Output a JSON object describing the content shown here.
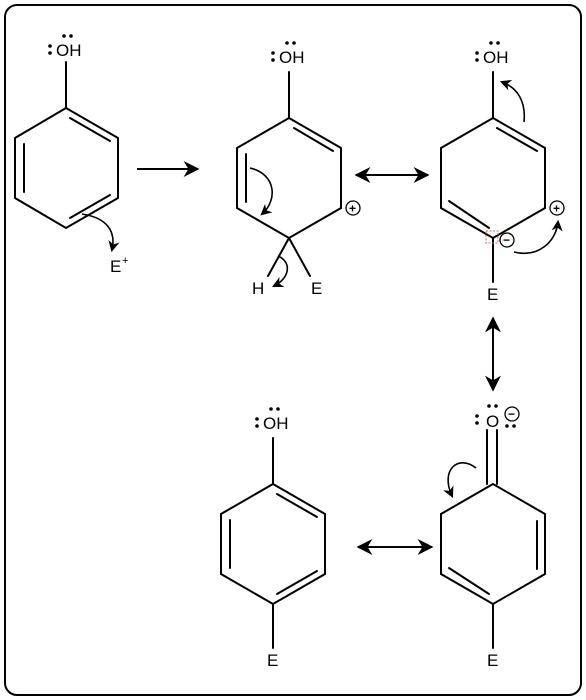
{
  "atoms": {
    "oh": "OH",
    "o": "O",
    "e": "E",
    "h": "H",
    "e_plus_letter": "E",
    "e_plus_sup": "+"
  },
  "charges": {
    "plus": "+",
    "minus": "−"
  }
}
